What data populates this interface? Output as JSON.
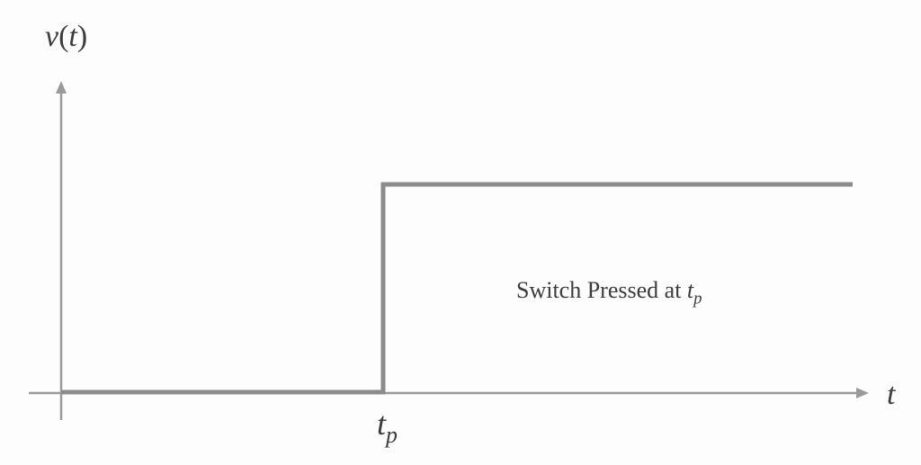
{
  "diagram": {
    "type": "step-function-plot",
    "y_axis_label": {
      "base": "v",
      "open": "(",
      "var": "t",
      "close": ")"
    },
    "x_axis_label": "t",
    "tick_label": {
      "base": "t",
      "sub": "p"
    },
    "annotation": {
      "text": "Switch Pressed at ",
      "base": "t",
      "sub": "p"
    },
    "colors": {
      "axis": "#9a9a9a",
      "signal": "#8c8c8c",
      "text": "#3c3c3c",
      "background": "#fdfdfd"
    }
  },
  "chart_data": {
    "type": "line",
    "title": "",
    "xlabel": "t",
    "ylabel": "v(t)",
    "x": [
      "0",
      "t_p",
      "t_p",
      "end"
    ],
    "values": [
      0,
      0,
      1,
      1
    ],
    "description": "Step function: v(t)=0 for t<t_p, v(t)=high constant for t>=t_p",
    "annotations": [
      "Switch Pressed at t_p"
    ],
    "grid": false
  }
}
